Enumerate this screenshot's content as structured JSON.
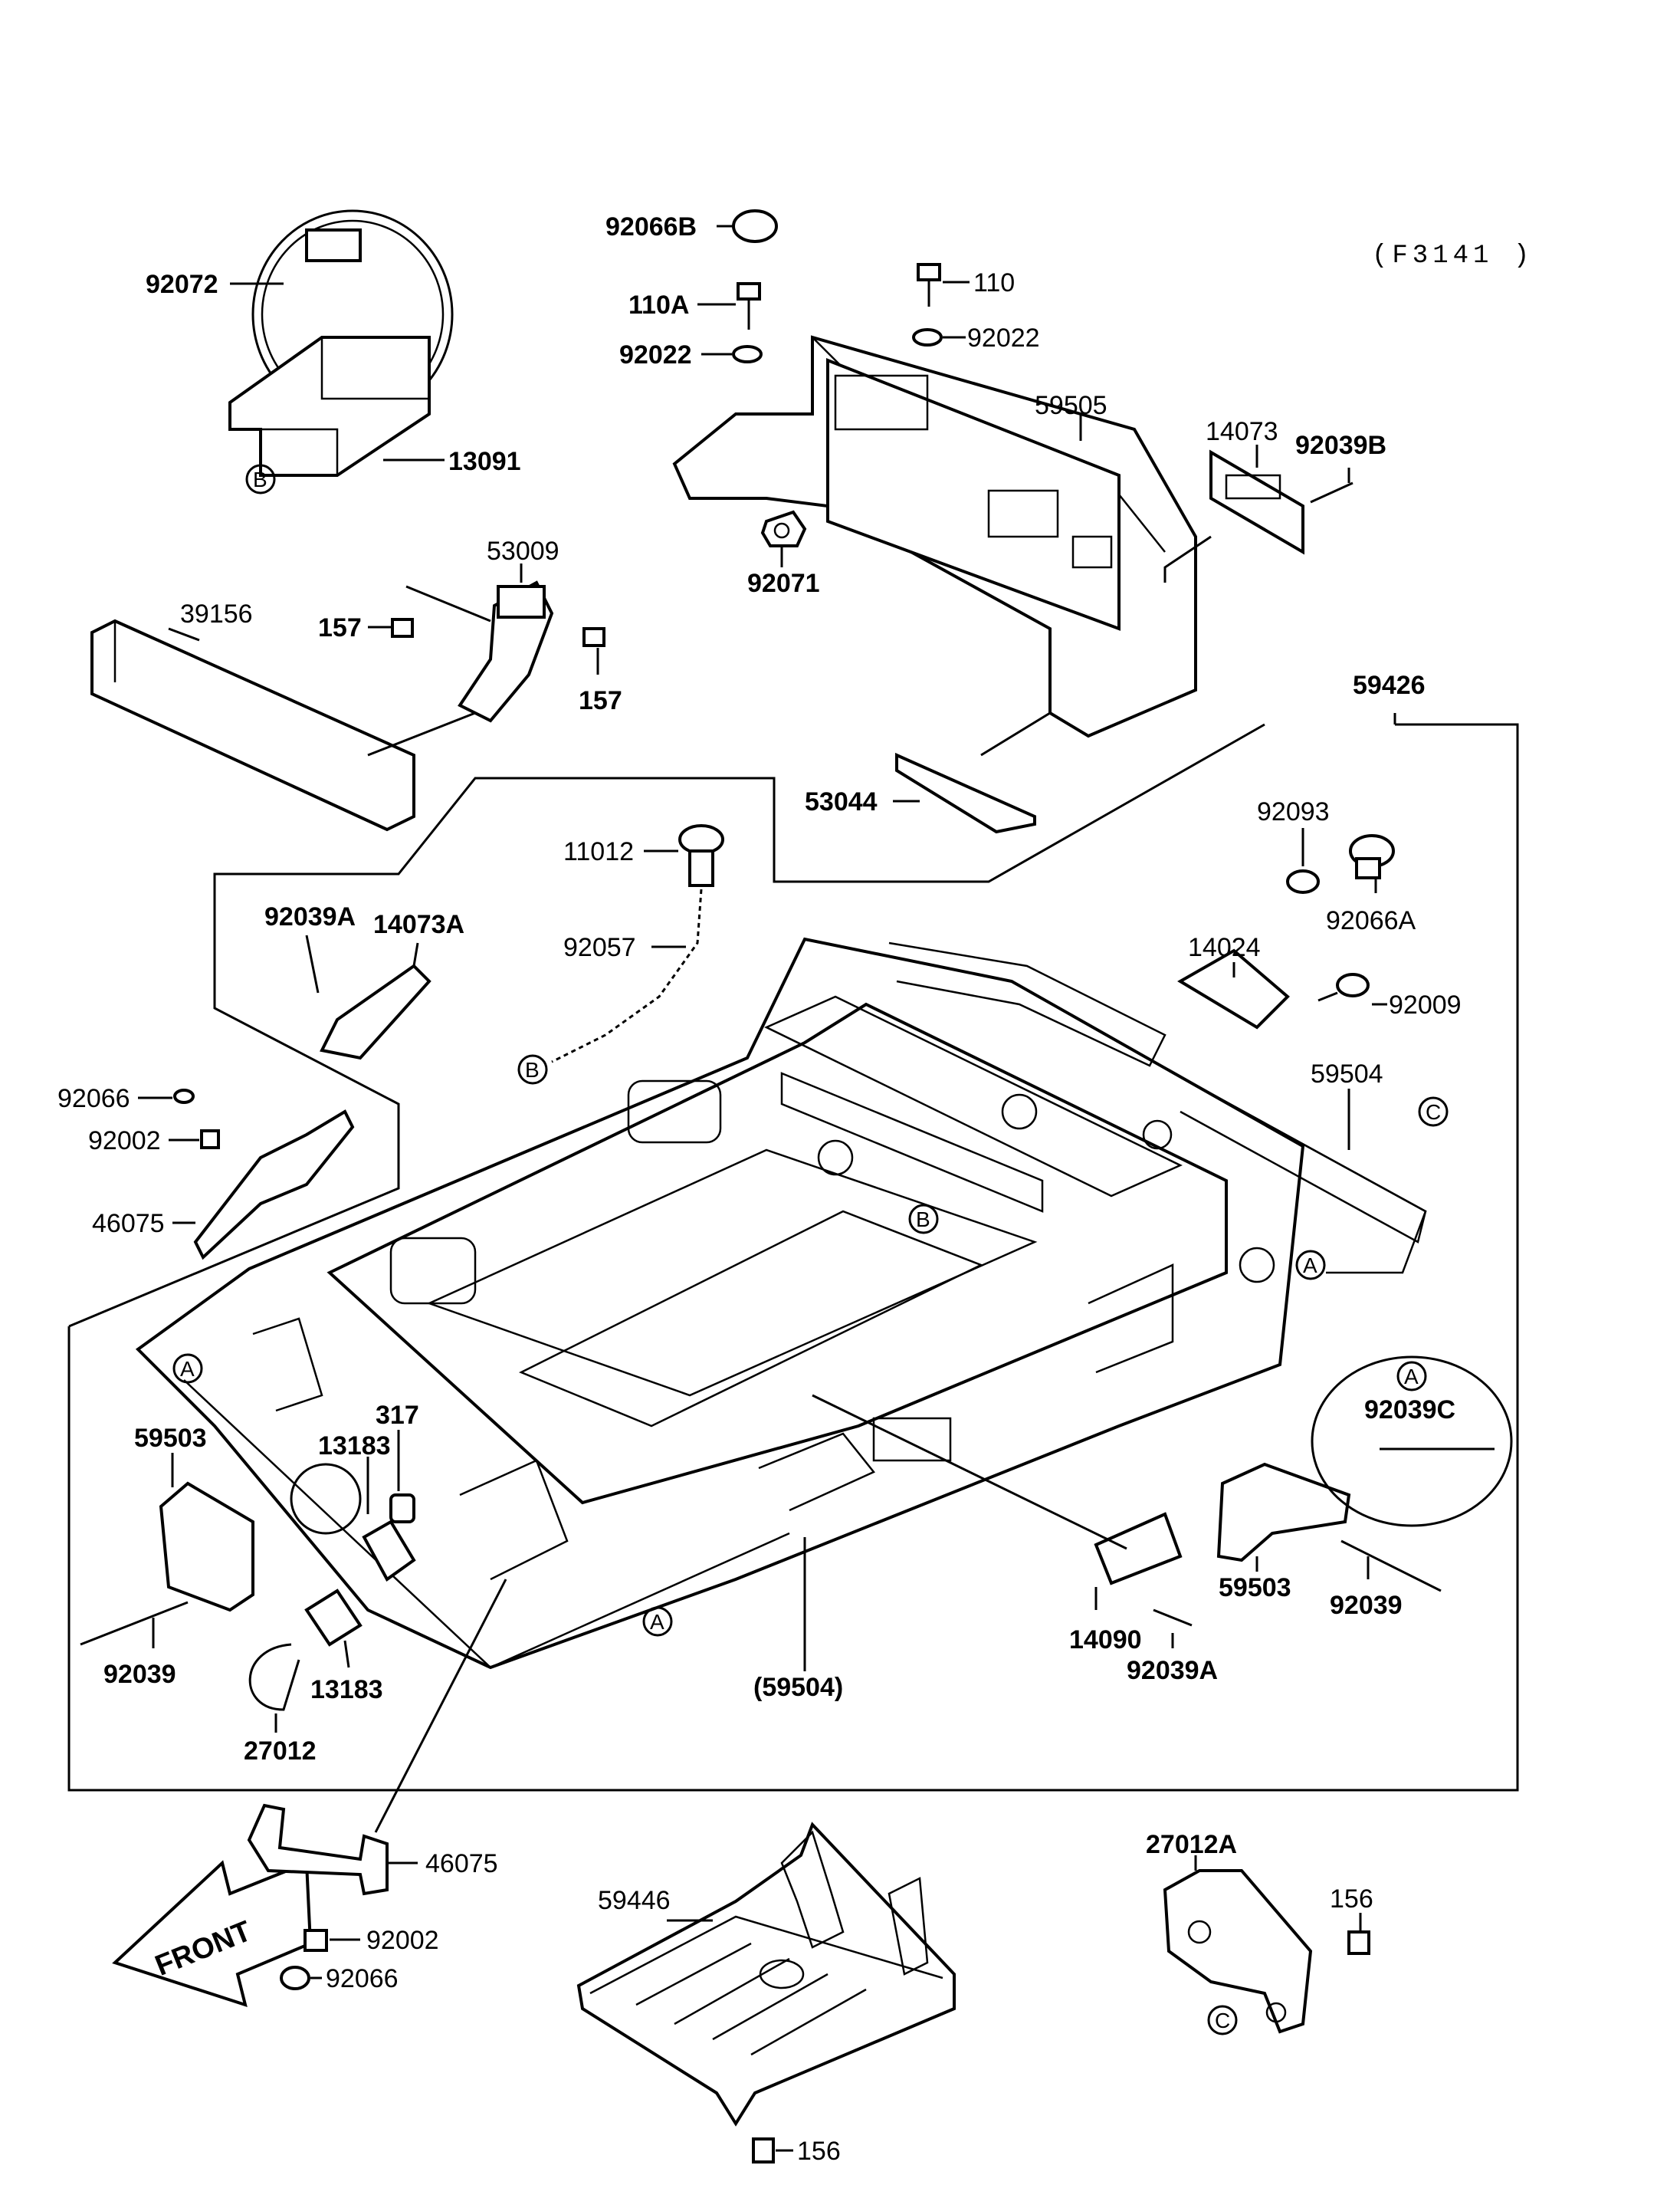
{
  "diagram_code": "(F3141 )",
  "front_label": "FRONT",
  "markers": {
    "a": "A",
    "b": "B",
    "c": "C"
  },
  "parts": {
    "p92072": "92072",
    "p13091": "13091",
    "p92066B": "92066B",
    "p110A": "110A",
    "p110": "110",
    "p92022_left": "92022",
    "p92022_right": "92022",
    "p59505": "59505",
    "p14073": "14073",
    "p92039B": "92039B",
    "p92071": "92071",
    "p53009": "53009",
    "p39156": "39156",
    "p157_left": "157",
    "p157_right": "157",
    "p59426": "59426",
    "p53044": "53044",
    "p11012": "11012",
    "p92093": "92093",
    "p92066A": "92066A",
    "p92039A_top": "92039A",
    "p14073A": "14073A",
    "p92057": "92057",
    "p14024": "14024",
    "p92009": "92009",
    "p59504": "59504",
    "p92066_top": "92066",
    "p92002_top": "92002",
    "p46075_top": "46075",
    "p59503_left": "59503",
    "p317": "317",
    "p13183_top": "13183",
    "p92039C": "92039C",
    "p92039_left": "92039",
    "p13183_bottom": "13183",
    "p27012": "27012",
    "p59504_paren": "(59504)",
    "p14090": "14090",
    "p92039A_bottom": "92039A",
    "p59503_right": "59503",
    "p92039_right": "92039",
    "p46075_bottom": "46075",
    "p92002_bottom": "92002",
    "p92066_bottom": "92066",
    "p59446": "59446",
    "p156_bottom": "156",
    "p27012A": "27012A",
    "p156_right": "156"
  }
}
